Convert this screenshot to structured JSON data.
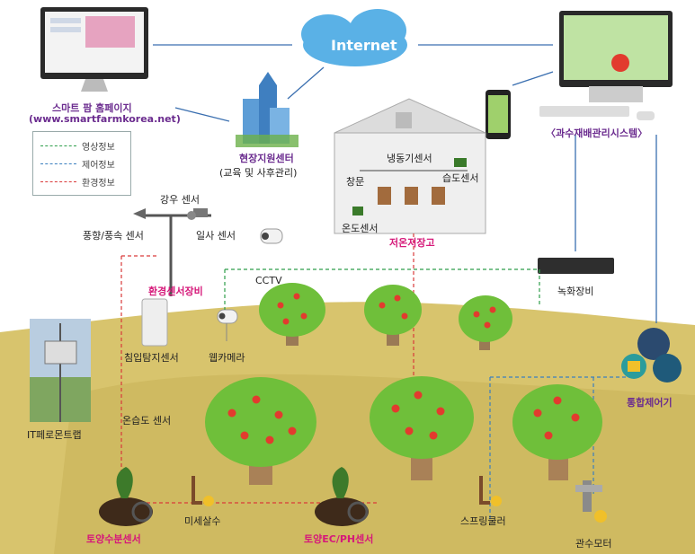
{
  "labels": {
    "internet": "Internet",
    "homepage_title": "스마트 팜 홈페이지",
    "homepage_url": "(www.smartfarmkorea.net)",
    "support_center": "현장지원센터",
    "support_center_sub": "(교육 및 사후관리)",
    "orchard_system": "〈과수재배관리시스템〉",
    "cold_storage": "저온저장고",
    "refrigerator_sensor": "냉동기센서",
    "window": "창문",
    "humidity_sensor": "습도센서",
    "temperature_sensor": "온도센서",
    "rain_sensor": "강우 센서",
    "wind_sensor": "풍향/풍속 센서",
    "solar_sensor": "일사 센서",
    "env_sensor_equipment": "환경센서장비",
    "cctv": "CCTV",
    "recorder": "녹화장비",
    "intrusion_sensor": "침입탐지센서",
    "webcam": "웹카메라",
    "integrated_controller": "통합제어기",
    "it_trap": "IT페로몬트랩",
    "temp_humidity_sensor": "온습도 센서",
    "soil_moisture_sensor": "토양수분센서",
    "micro_sprinkler": "미세살수",
    "soil_ec_ph_sensor": "토양EC/PH센서",
    "sprinkler": "스프링쿨러",
    "pump_motor": "관수모터"
  },
  "legend": [
    {
      "label": "영상정보",
      "color": "#2e9e4a"
    },
    {
      "label": "제어정보",
      "color": "#3a7fbf"
    },
    {
      "label": "환경정보",
      "color": "#d93a3a"
    }
  ],
  "colors": {
    "accent_pink": "#d6197a",
    "accent_purple": "#6b2c8f",
    "ground": "#d9c46a",
    "tree_canopy": "#6fbf3a",
    "fruit": "#e23b2e"
  }
}
